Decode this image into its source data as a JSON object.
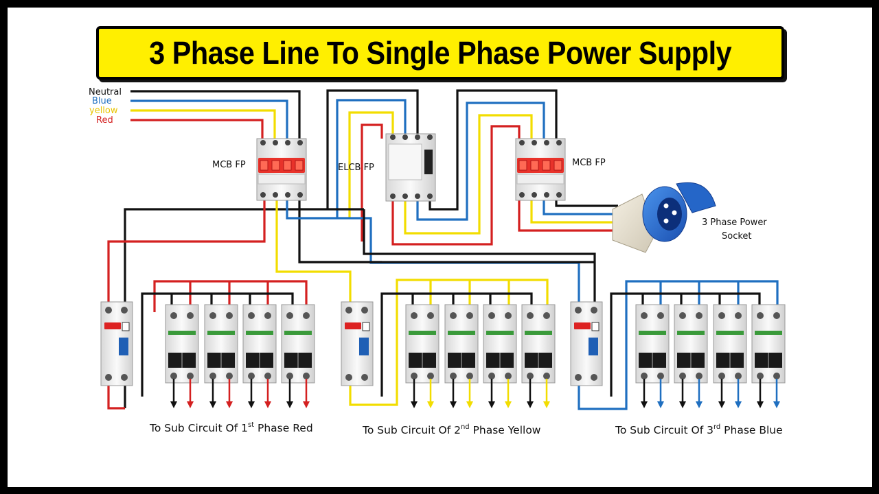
{
  "title": "3 Phase Line To Single Phase Power Supply",
  "legend": [
    {
      "label": "Neutral",
      "color": "#111111"
    },
    {
      "label": "Blue",
      "color": "#1f6fc0"
    },
    {
      "label": "yellow",
      "color": "#e8c400"
    },
    {
      "label": "Red",
      "color": "#d42020"
    }
  ],
  "components": {
    "mcb_left": "MCB FP",
    "elcb": "ELCB FP",
    "mcb_right": "MCB FP",
    "socket_line1": "3 Phase Power",
    "socket_line2": "Socket"
  },
  "captions": [
    {
      "pre": "To Sub Circuit Of 1",
      "sup": "st",
      "post": " Phase Red",
      "color": "#d42020"
    },
    {
      "pre": "To Sub Circuit Of 2",
      "sup": "nd",
      "post": " Phase Yellow",
      "color": "#e8c400"
    },
    {
      "pre": "To Sub Circuit Of 3",
      "sup": "rd",
      "post": " Phase Blue",
      "color": "#1f6fc0"
    }
  ],
  "colors": {
    "neutral": "#111111",
    "blue": "#1f6fc0",
    "yellow": "#f2dd00",
    "red": "#d42020",
    "banner": "#ffef00",
    "mcb_handle": "#e8322a",
    "rccb_handle": "#1f5fb5",
    "socket": "#1f6fd0"
  }
}
